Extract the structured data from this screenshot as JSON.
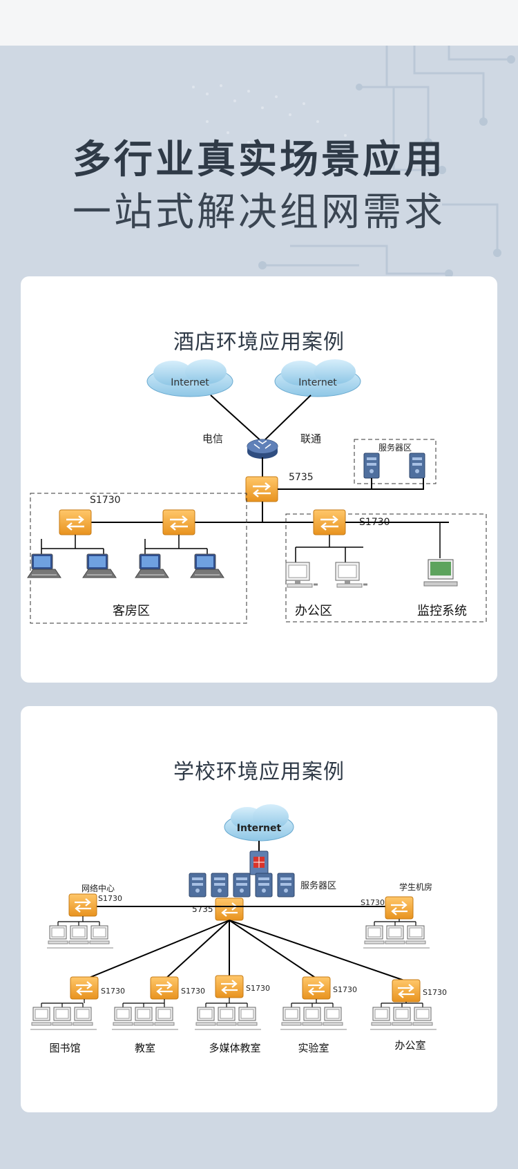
{
  "headline": {
    "line1": "多行业真实场景应用",
    "line2": "一站式解决组网需求"
  },
  "hotel_case": {
    "title": "酒店环境应用案例",
    "internet_left": "Internet",
    "internet_right": "Internet",
    "isp_telecom": "电信",
    "isp_unicom": "联通",
    "core_switch": "5735",
    "server_zone": "服务器区",
    "access_switch_left": "S1730",
    "access_switch_right": "S1730",
    "zone_rooms": "客房区",
    "zone_office": "办公区",
    "zone_monitor": "监控系统"
  },
  "school_case": {
    "title": "学校环境应用案例",
    "internet": "Internet",
    "server_zone": "服务器区",
    "core_switch": "5735",
    "network_center": "网络中心",
    "student_lab": "学生机房",
    "switch_label": "S1730",
    "sites": [
      "图书馆",
      "教室",
      "多媒体教室",
      "实验室",
      "办公室"
    ]
  },
  "colors": {
    "background": "#cfd8e3",
    "card": "#ffffff",
    "title_text": "#2f3a47",
    "switch_orange": "#f2a93b",
    "cloud_blue": "#a9d6ee",
    "server_blue": "#4f6f9e"
  }
}
